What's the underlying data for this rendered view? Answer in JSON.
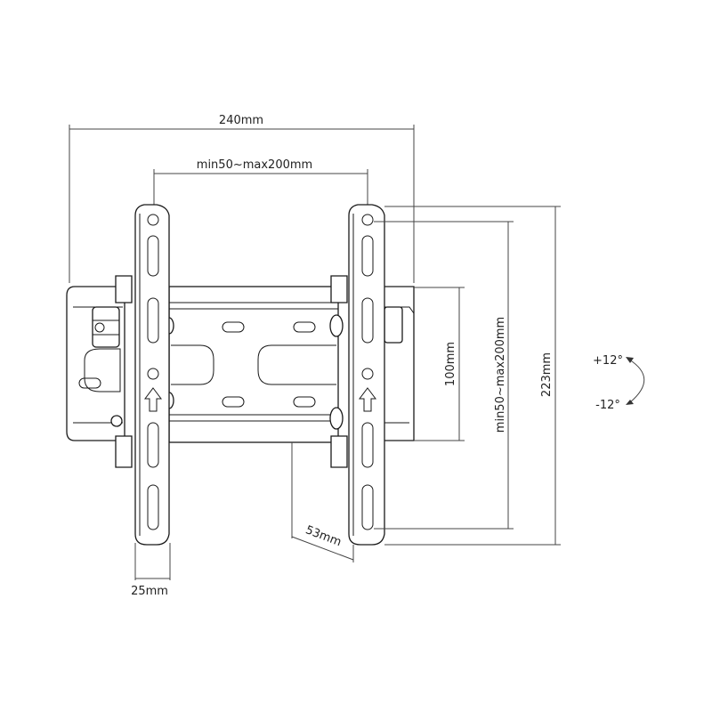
{
  "diagram": {
    "subject": "tilting-tv-wall-mount-bracket",
    "line_color": "#1a1a1a",
    "background": "#ffffff",
    "dimensions": {
      "overall_width": "240mm",
      "vesa_horizontal": "min50~max200mm",
      "wall_plate_height": "100mm",
      "vesa_vertical": "min50~max200mm",
      "overall_height": "223mm",
      "arm_width": "25mm",
      "wall_distance": "53mm"
    },
    "tilt": {
      "up": "+12°",
      "down": "-12°"
    }
  }
}
